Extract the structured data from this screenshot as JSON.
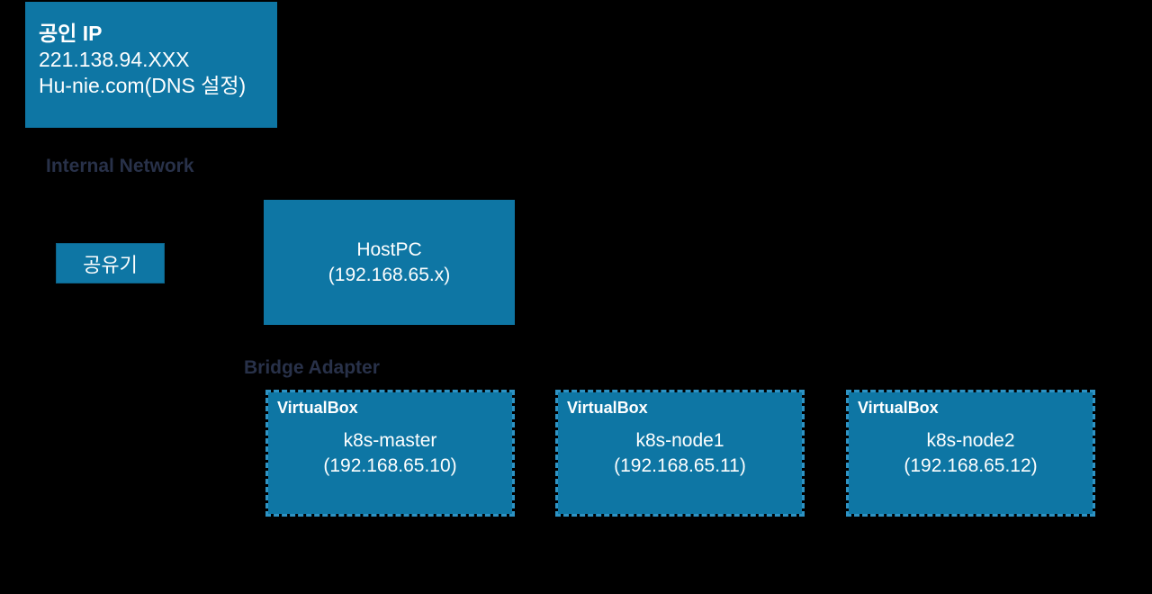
{
  "colors": {
    "background": "#000000",
    "box_fill": "#0e76a4",
    "dash_border": "#2e93c4",
    "section_label": "#283149",
    "box_text": "#fdfefe"
  },
  "public_ip_box": {
    "title": "공인 IP",
    "ip": "221.138.94.XXX",
    "dns": "Hu-nie.com(DNS 설정)"
  },
  "labels": {
    "internal_network": "Internal Network",
    "bridge_adapter": "Bridge Adapter"
  },
  "router_box": {
    "label": "공유기"
  },
  "host_pc_box": {
    "name": "HostPC",
    "ip": "(192.168.65.x)"
  },
  "vm_boxes": [
    {
      "provider": "VirtualBox",
      "name": "k8s-master",
      "ip": "(192.168.65.10)"
    },
    {
      "provider": "VirtualBox",
      "name": "k8s-node1",
      "ip": "(192.168.65.11)"
    },
    {
      "provider": "VirtualBox",
      "name": "k8s-node2",
      "ip": "(192.168.65.12)"
    }
  ]
}
